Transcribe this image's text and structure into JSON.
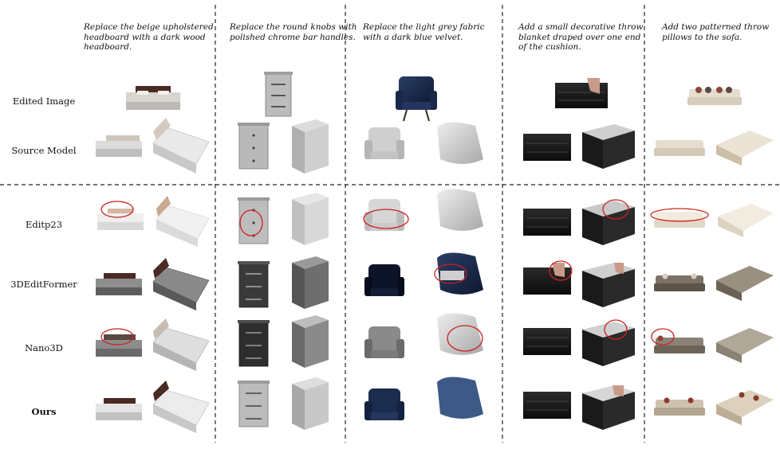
{
  "prompts": [
    "Replace the beige upholstered headboard with a dark wood headboard.",
    "Replace the round knobs with polished chrome bar handles.",
    "Replace the light grey fabric with a dark blue velvet.",
    "Add a small decorative throw blanket draped over one end of the cushion.",
    "Add two patterned throw pillows to the sofa."
  ],
  "rows": [
    {
      "label": "Edited Image"
    },
    {
      "label": "Source Model"
    },
    {
      "label": "Editp23"
    },
    {
      "label": "3DEditFormer"
    },
    {
      "label": "Nano3D"
    },
    {
      "label": "Ours"
    }
  ],
  "objects": [
    "bed",
    "nightstand",
    "armchair",
    "tv-stand",
    "sofa"
  ],
  "colors": {
    "highlight_circle": "#cc2222",
    "divider": "#222222",
    "dark_wood": "#4a2a22",
    "beige": "#d8cfc4",
    "light_grey": "#d4d4d4",
    "dark_grey": "#3a3a3a",
    "navy_velvet": "#1c2c4e",
    "blue_velvet": "#3d5a86",
    "black_cabinet": "#1a1a1a",
    "cream": "#e8dfd0"
  }
}
